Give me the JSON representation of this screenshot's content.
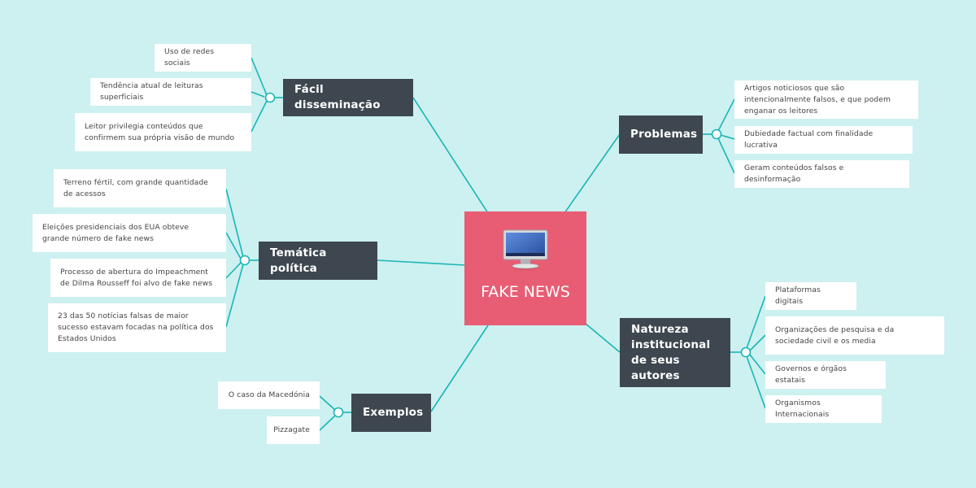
{
  "center": {
    "title": "FAKE NEWS",
    "icon": "monitor-icon",
    "color": "#e85d74"
  },
  "colors": {
    "background": "#cdf0f0",
    "link": "#1bb5b5",
    "topic": "#3e474f",
    "leaf": "#ffffff"
  },
  "topics": [
    {
      "label": "Fácil disseminação",
      "children": [
        "Uso de redes sociais",
        "Tendência atual de leituras superficiais",
        "Leitor privilegia conteúdos que confirmem sua própria visão de mundo"
      ]
    },
    {
      "label": "Temática política",
      "children": [
        "Terreno fértil, com grande quantidade de acessos",
        "Eleições presidenciais dos EUA obteve grande número de fake news",
        "Processo de abertura do Impeachment de Dilma Rousseff foi alvo de fake news",
        "23 das 50 notícias falsas de maior sucesso estavam focadas na política dos Estados Unidos"
      ]
    },
    {
      "label": "Exemplos",
      "children": [
        "O caso da Macedónia",
        "Pizzagate"
      ]
    },
    {
      "label": "Problemas",
      "children": [
        "Artigos noticiosos que são intencionalmente falsos, e que podem enganar os leitores",
        "Dubiedade factual com finalidade lucrativa",
        "Geram conteúdos falsos e desinformação"
      ]
    },
    {
      "label": "Natureza institucional de seus autores",
      "children": [
        "Plataformas digitais",
        "Organizações de pesquisa e da sociedade civil e os media",
        "Governos e órgãos estatais",
        "Organismos Internacionais"
      ]
    }
  ]
}
